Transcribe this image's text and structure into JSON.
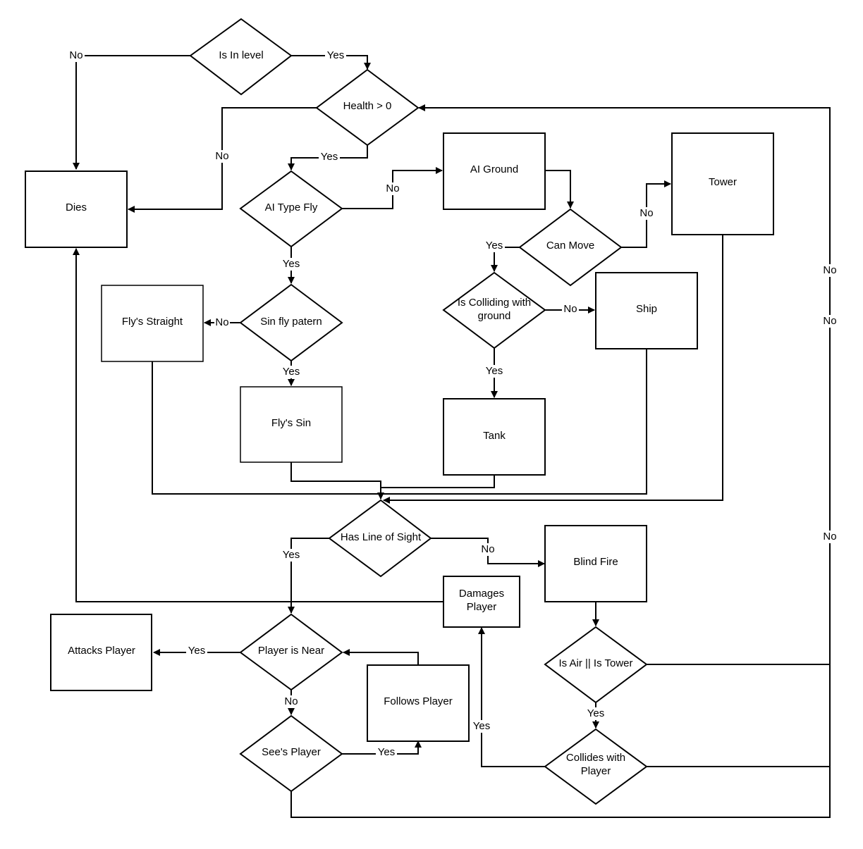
{
  "diagram": {
    "type": "flowchart",
    "nodes": {
      "is_in_level": "Is In level",
      "health": "Health > 0",
      "dies": "Dies",
      "ai_type_fly": "AI Type Fly",
      "ai_ground": "AI Ground",
      "tower": "Tower",
      "can_move": "Can Move",
      "sin_fly": "Sin fly patern",
      "flys_straight": "Fly's Straight",
      "flys_sin": "Fly's Sin",
      "is_colliding_1": "Is Colliding with",
      "is_colliding_2": "ground",
      "ship": "Ship",
      "tank": "Tank",
      "los": "Has Line of Sight",
      "blind_fire": "Blind Fire",
      "damages_1": "Damages",
      "damages_2": "Player",
      "player_near": "Player is Near",
      "attacks": "Attacks Player",
      "follows": "Follows Player",
      "sees": "See's Player",
      "is_air_tower": "Is Air || Is Tower",
      "collides_1": "Collides with",
      "collides_2": "Player"
    },
    "edge_labels": {
      "inlevel_no": "No",
      "inlevel_yes": "Yes",
      "health_no": "No",
      "health_yes": "Yes",
      "fly_no": "No",
      "fly_yes": "Yes",
      "canmove_no": "No",
      "canmove_yes": "Yes",
      "sin_no": "No",
      "sin_yes": "Yes",
      "colliding_no": "No",
      "colliding_yes": "Yes",
      "right_no_1": "No",
      "right_no_2": "No",
      "right_no_3": "No",
      "los_yes": "Yes",
      "los_no": "No",
      "near_yes": "Yes",
      "near_no": "No",
      "sees_yes": "Yes",
      "collides_yes": "Yes",
      "airtower_yes": "Yes"
    }
  }
}
